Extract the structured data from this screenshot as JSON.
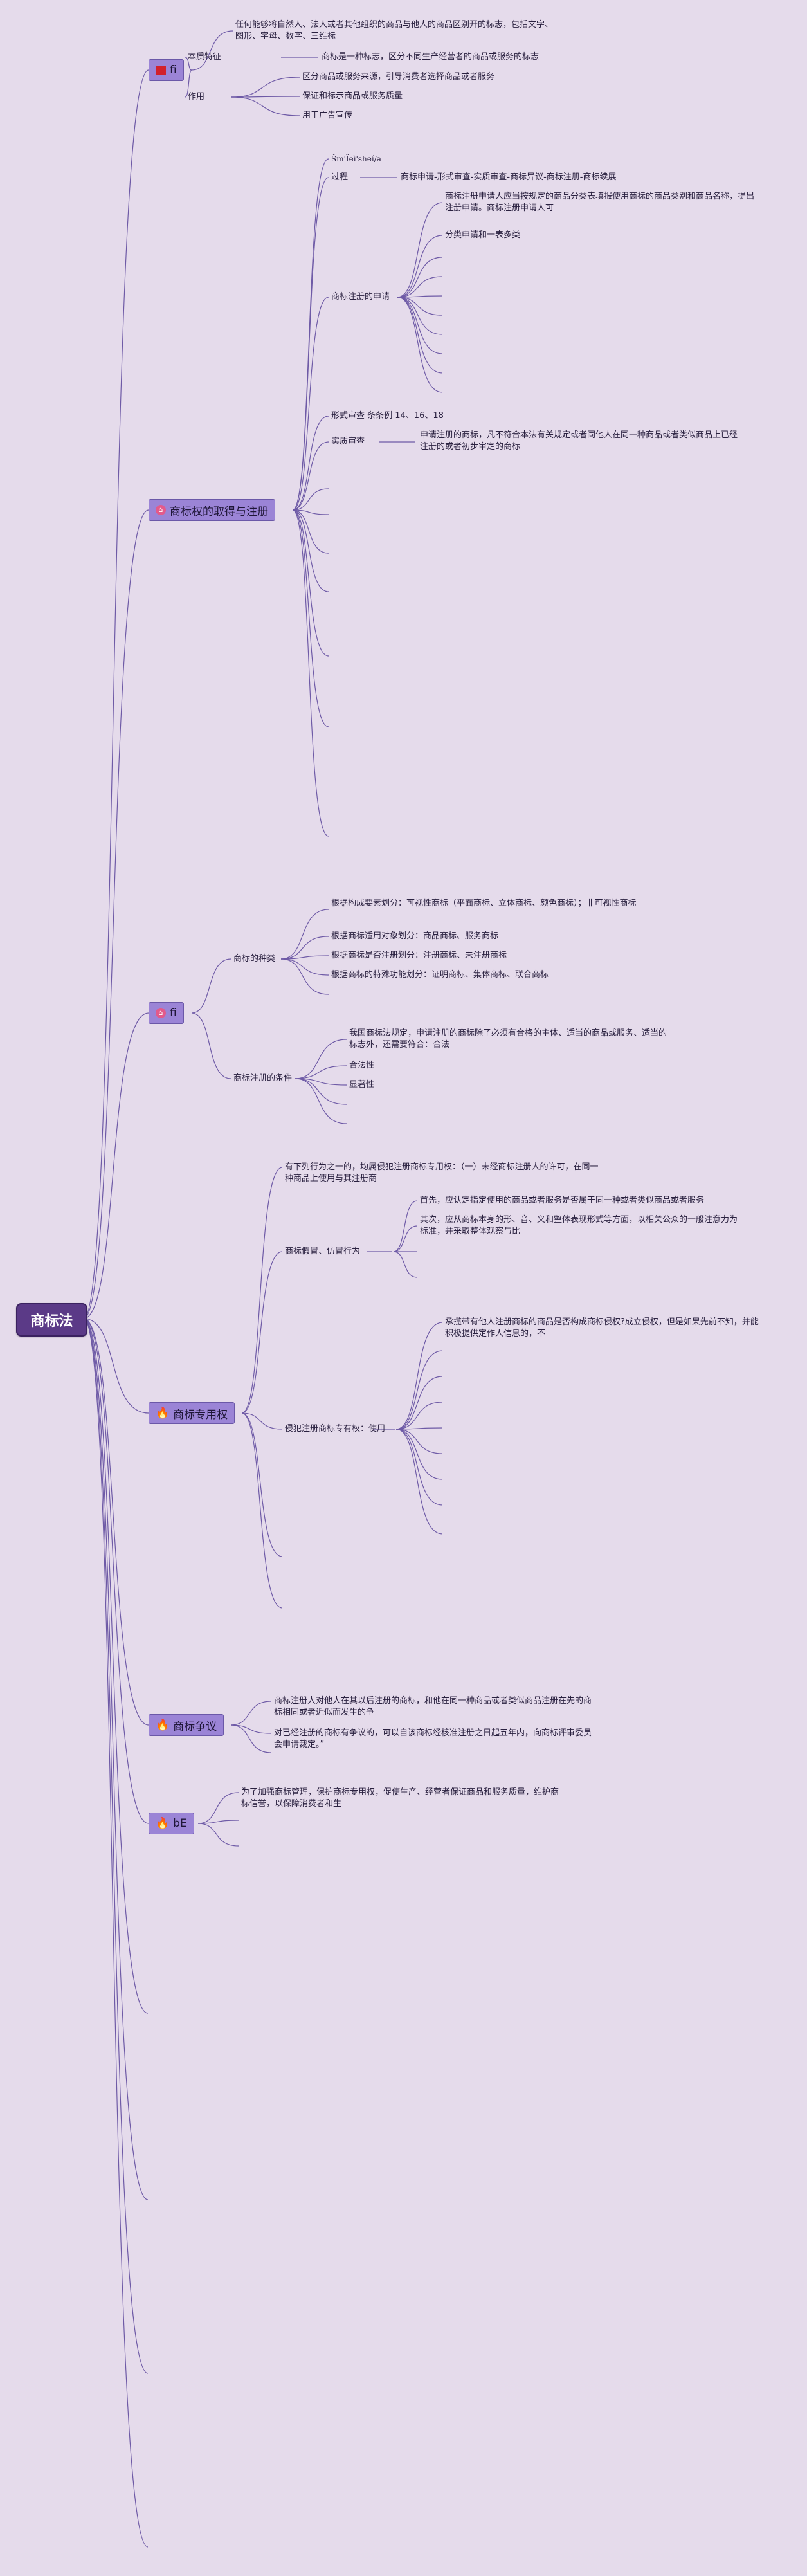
{
  "root": "商标法",
  "branches": {
    "b1": "fi",
    "b2": "商标权的取得与注册",
    "b3": "fi",
    "b4": "商标专用权",
    "b5": "商标争议",
    "b6": "bE"
  },
  "b1": {
    "definition": "任何能够将自然人、法人或者其他组织的商品与他人的商品区别开的标志，包括文字、图形、字母、数字、三维标",
    "essence_label": "本质特征",
    "essence_text": "商标是一种标志，区分不同生产经营者的商品或服务的标志",
    "function_label": "作用",
    "functions": [
      "区分商品或服务来源，引导消费者选择商品或者服务",
      "保证和标示商品或服务质量",
      "用于广告宣传"
    ]
  },
  "b2": {
    "pinyin": "Šm'Ïeì'sheí/a",
    "process_label": "过程",
    "process_text": "商标申请-形式审查-实质审查-商标异议-商标注册-商标续展",
    "apply_label": "商标注册的申请",
    "apply_text1": "商标注册申请人应当按规定的商品分类表填报使用商标的商品类别和商品名称，提出注册申请。商标注册申请人可",
    "apply_text2": "分类申请和一表多类",
    "formal_review": "形式审查 条条例 14、16、18",
    "substantive_label": "实质审查",
    "substantive_text": "申请注册的商标，凡不符合本法有关规定或者同他人在同一种商品或者类似商品上已经注册的或者初步审定的商标"
  },
  "b3": {
    "types_label": "商标的种类",
    "types": [
      "根据构成要素划分：可视性商标（平面商标、立体商标、颜色商标）；非可视性商标",
      "根据商标适用对象划分：商品商标、服务商标",
      "根据商标是否注册划分：注册商标、未注册商标",
      "根据商标的特殊功能划分：证明商标、集体商标、联合商标"
    ],
    "conditions_label": "商标注册的条件",
    "conditions": [
      "我国商标法规定，申请注册的商标除了必须有合格的主体、适当的商品或服务、适当的标志外，还需要符合：合法",
      "合法性",
      "显著性"
    ]
  },
  "b4": {
    "infringe_intro": "有下列行为之一的，均属侵犯注册商标专用权：（一）未经商标注册人的许可，在同一种商品上使用与其注册商",
    "counterfeit_label": "商标假冒、仿冒行为",
    "counterfeit_items": [
      "首先，应认定指定使用的商品或者服务是否属于同一种或者类似商品或者服务",
      "其次，应从商标本身的形、音、义和整体表现形式等方面，以相关公众的一般注意力为标准，并采取整体观察与比"
    ],
    "infringe_label": "侵犯注册商标专有权：使用",
    "infringe_text": "承揽带有他人注册商标的商品是否构成商标侵权?成立侵权，但是如果先前不知，并能积极提供定作人信息的，不"
  },
  "b5": {
    "texts": [
      "商标注册人对他人在其以后注册的商标，和他在同一种商品或者类似商品注册在先的商标相同或者近似而发生的争",
      "对已经注册的商标有争议的，可以自该商标经核准注册之日起五年内，向商标评审委员会申请裁定。”"
    ]
  },
  "b6": {
    "text": "为了加强商标管理，保护商标专用权，促使生产、经营者保证商品和服务质量，维护商标信誉，以保障消费者和生"
  },
  "colors": {
    "background": "#e5dbeb",
    "root_fill": "#5b3a87",
    "branch_fill": "#9b84d6",
    "edge": "#6e5aa6"
  }
}
